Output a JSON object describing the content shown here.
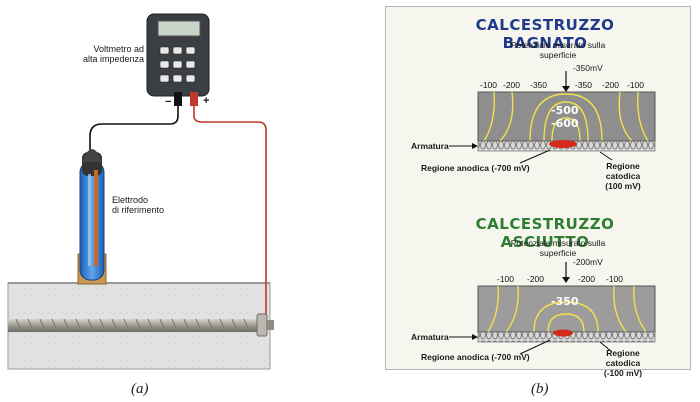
{
  "panel_a": {
    "voltmeter_label": "Voltmetro ad\nalta impedenza",
    "minus_sign": "−",
    "plus_sign": "+",
    "electrode_label": "Elettrodo\ndi riferimento",
    "caption": "(a)"
  },
  "panel_b": {
    "caption": "(b)",
    "wet": {
      "title": "CALCESTRUZZO BAGNATO",
      "title_color": "#1f3a8a",
      "surface_label": "Potenziale misurato sulla\nsuperficie",
      "surface_value": "-350mV",
      "ticks": [
        "-100",
        "-200",
        "-350",
        "-350",
        "-200",
        "-100"
      ],
      "inner_values": [
        "-500",
        "-600"
      ],
      "rebar_label": "Armatura",
      "anodic_label": "Regione anodica (-700 mV)",
      "cathodic_label": "Regione catodica\n(100 mV)"
    },
    "dry": {
      "title": "CALCESTRUZZO ASCIUTTO",
      "title_color": "#2e7d32",
      "surface_label": "Potenziale misurato sulla\nsuperficie",
      "surface_value": "-200mV",
      "ticks": [
        "-100",
        "-200",
        "-200",
        "-100"
      ],
      "inner_values": [
        "-350"
      ],
      "rebar_label": "Armatura",
      "anodic_label": "Regione anodica (-700 mV)",
      "cathodic_label": "Regione catodica\n(-100 mV)"
    }
  }
}
